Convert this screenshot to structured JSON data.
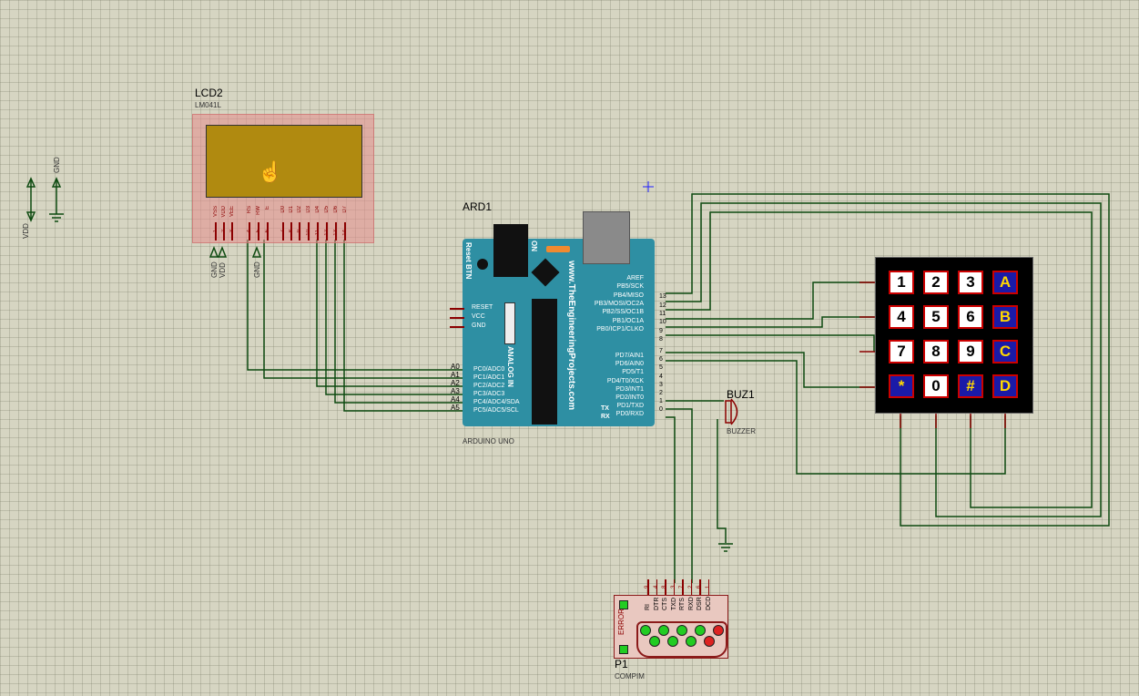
{
  "lcd": {
    "ref": "LCD2",
    "model": "LM041L",
    "pins": [
      "VSS",
      "VDD",
      "VEE",
      "RS",
      "RW",
      "E",
      "D0",
      "D1",
      "D2",
      "D3",
      "D4",
      "D5",
      "D6",
      "D7"
    ],
    "pin_numbers": [
      "1",
      "2",
      "3",
      "4",
      "5",
      "6",
      "7",
      "8",
      "9",
      "10",
      "11",
      "12",
      "13",
      "14"
    ],
    "gnd1": "GND",
    "vdd1": "VDD",
    "gnd2": "GND"
  },
  "power": {
    "vdd": "VDD",
    "gnd": "GND"
  },
  "arduino": {
    "ref": "ARD1",
    "model": "ARDUINO UNO",
    "reset_btn": "Reset BTN",
    "on": "ON",
    "website": "www.TheEngineeringProjects.com",
    "analog_in": "ANALOG IN",
    "left_pins": [
      "RESET",
      "VCC",
      "GND"
    ],
    "analog_labels": [
      "A0",
      "A1",
      "A2",
      "A3",
      "A4",
      "A5"
    ],
    "analog_pins": [
      "PC0/ADC0",
      "PC1/ADC1",
      "PC2/ADC2",
      "PC3/ADC3",
      "PC4/ADC4/SDA",
      "PC5/ADC5/SCL"
    ],
    "right_pins_top": [
      "AREF",
      "PB5/SCK",
      "PB4/MISO",
      "PB3/MOSI/OC2A",
      "PB2/SS/OC1B",
      "PB1/OC1A",
      "PB0/ICP1/CLKO"
    ],
    "right_nums_top": [
      "",
      "13",
      "12",
      "11",
      "10",
      "9",
      "8"
    ],
    "right_pins_bottom": [
      "PD7/AIN1",
      "PD6/AIN0",
      "PD5/T1",
      "PD4/T0/XCK",
      "PD3/INT1",
      "PD2/INT0",
      "PD1/TXD",
      "PD0/RXD"
    ],
    "right_nums_bottom": [
      "7",
      "6",
      "5",
      "4",
      "3",
      "2",
      "1",
      "0"
    ],
    "tx": "TX",
    "rx": "RX"
  },
  "buzzer": {
    "ref": "BUZ1",
    "model": "BUZZER"
  },
  "keypad": {
    "keys": [
      "1",
      "2",
      "3",
      "A",
      "4",
      "5",
      "6",
      "B",
      "7",
      "8",
      "9",
      "C",
      "*",
      "0",
      "#",
      "D"
    ]
  },
  "compim": {
    "ref": "P1",
    "model": "COMPIM",
    "error": "ERROR",
    "pins": [
      "RI",
      "DTR",
      "CTS",
      "TXD",
      "RTS",
      "RXD",
      "DSR",
      "DCD"
    ],
    "pin_numbers": [
      "9",
      "4",
      "8",
      "3",
      "7",
      "2",
      "6",
      "1"
    ]
  },
  "colors": {
    "wire": "#0d4a10",
    "pin": "#8b0000",
    "arduino": "#2e8fa3",
    "lcd_screen": "#b08a10",
    "keypad_blue": "#1a1aa8"
  },
  "icons": {
    "cursor": "hand-cursor-icon",
    "marker": "crosshair-icon"
  }
}
